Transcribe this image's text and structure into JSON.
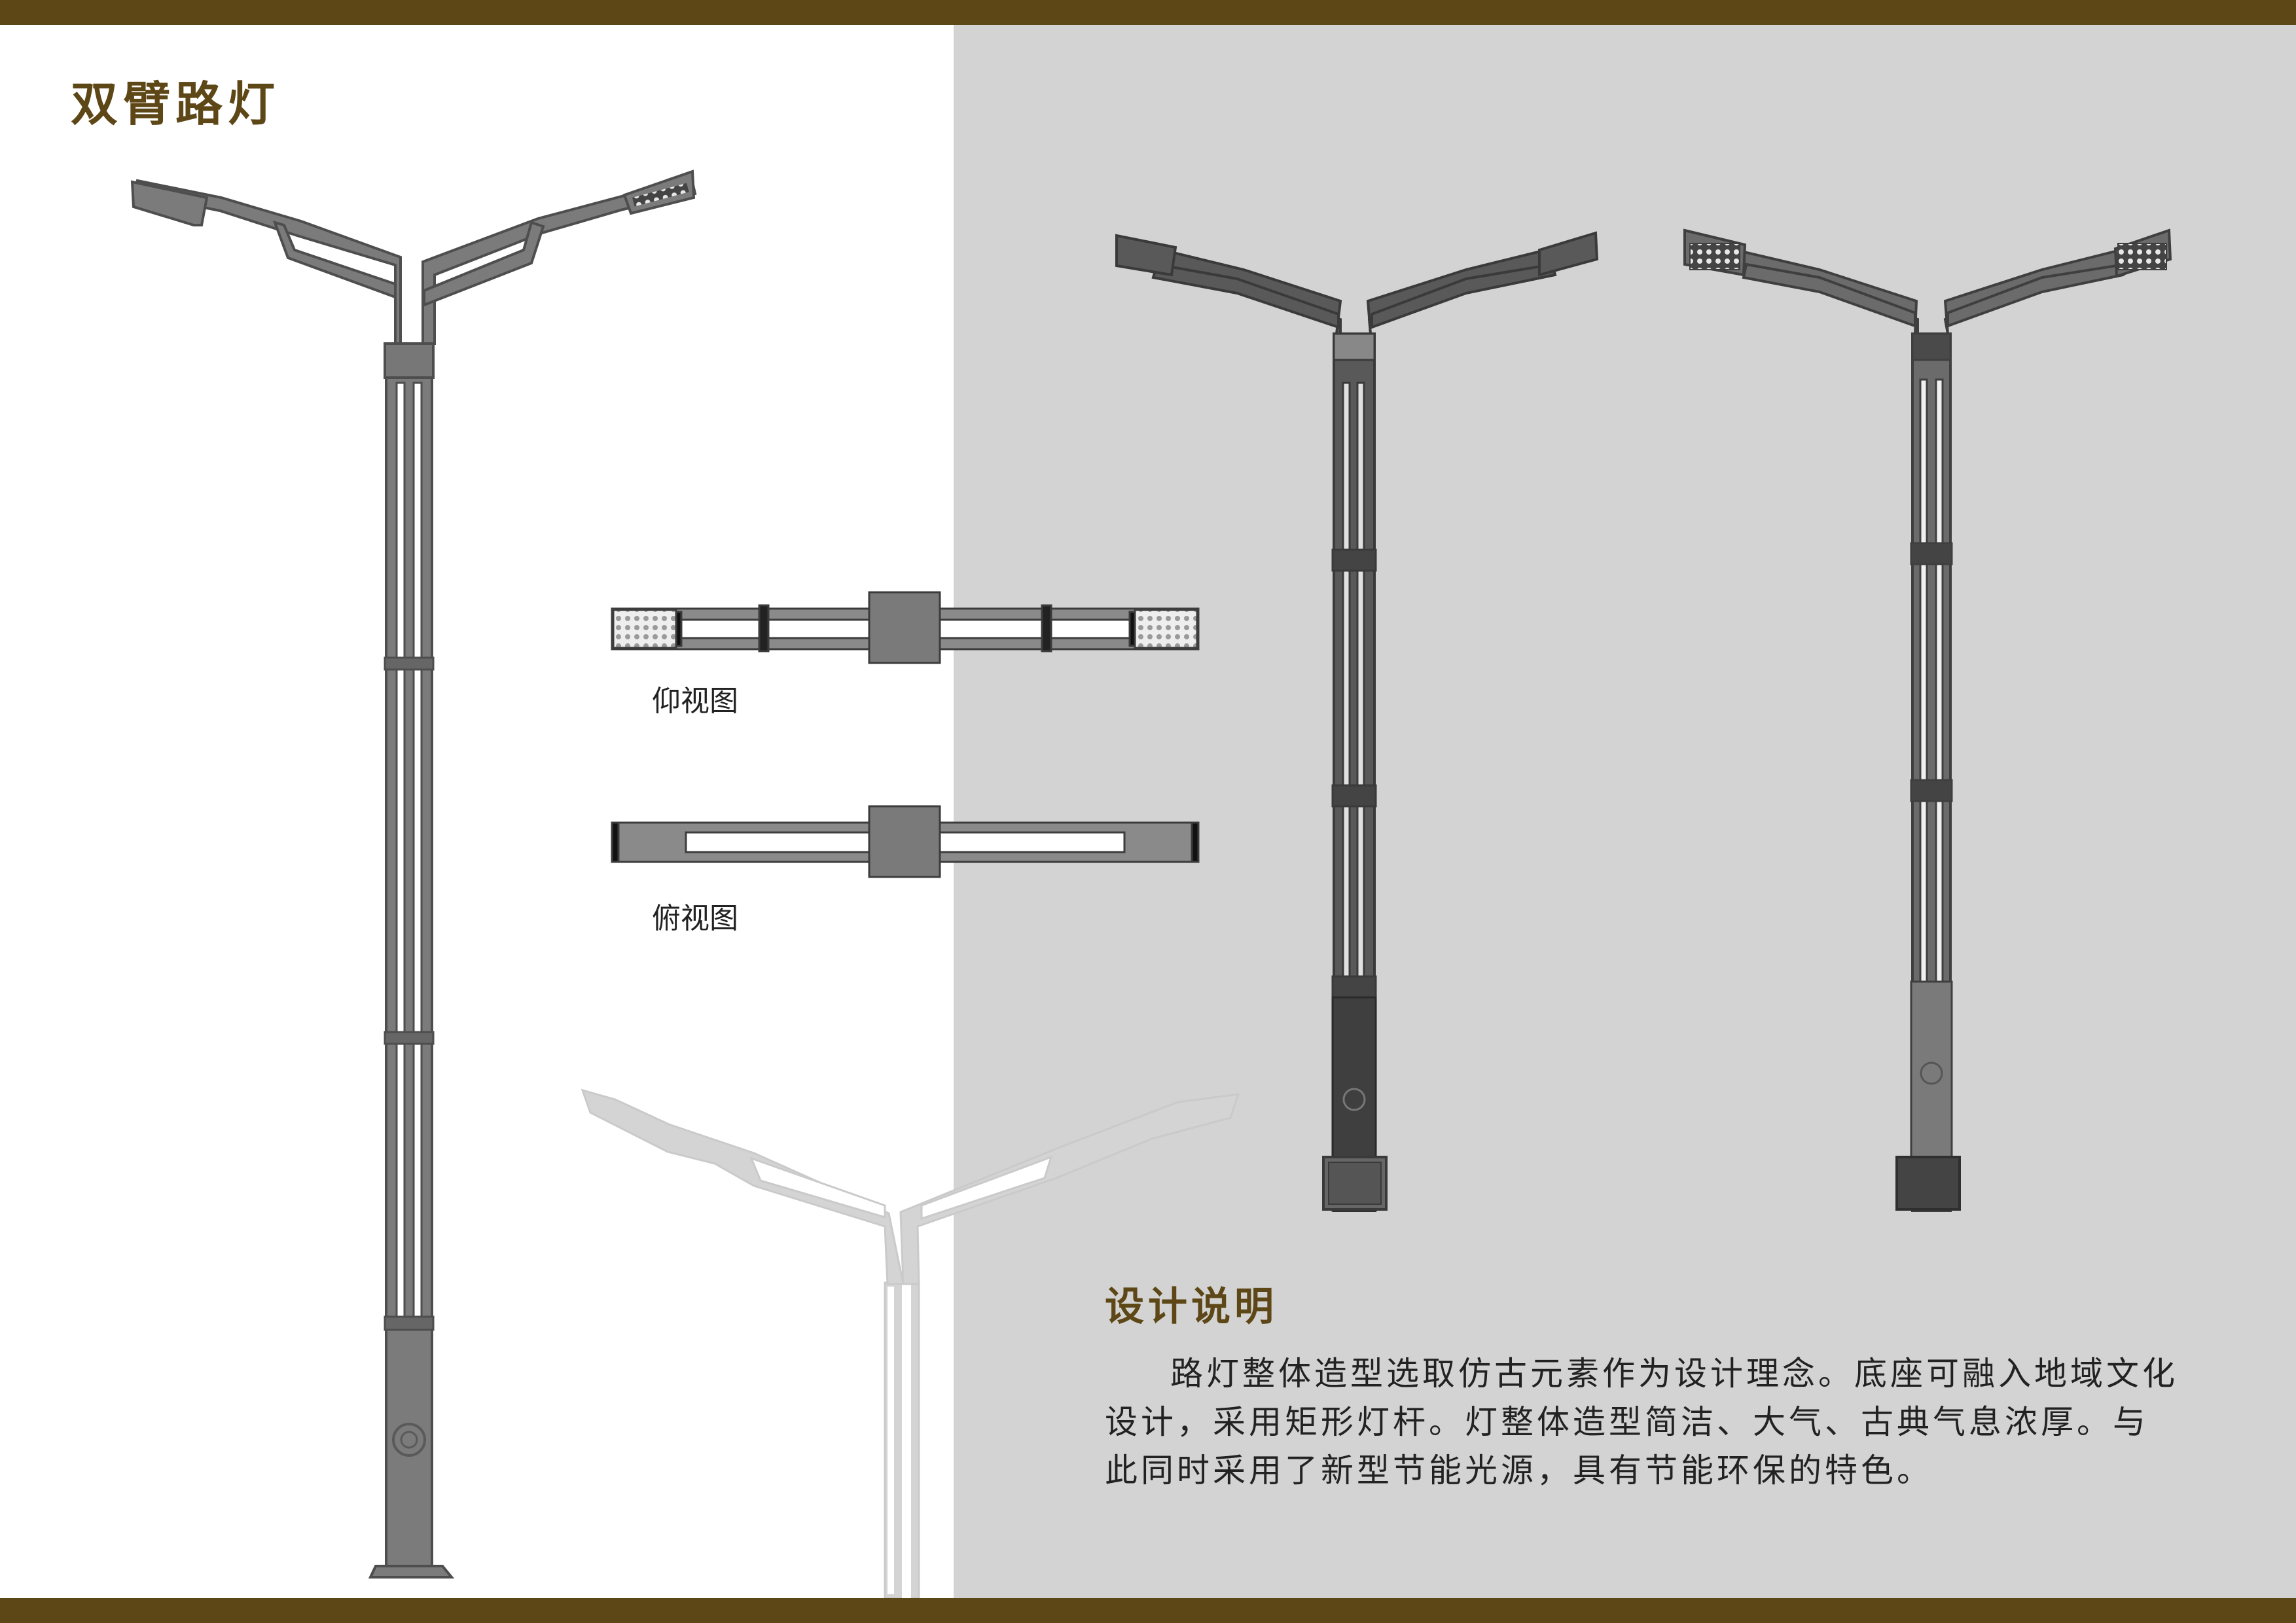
{
  "colors": {
    "band": "#5e4716",
    "accent": "#5e4716",
    "panel": "#d3d3d3",
    "pole_main": "#7b7b7b",
    "pole_dark": "#4d4d4d",
    "pole_ghost": "#d2d2d2"
  },
  "header": {
    "title": "双臂路灯"
  },
  "views": {
    "bottom_view_label": "仰视图",
    "top_view_label": "俯视图"
  },
  "description": {
    "heading": "设计说明",
    "body": "路灯整体造型选取仿古元素作为设计理念。底座可融入地域文化设计，采用矩形灯杆。灯整体造型简洁、大气、古典气息浓厚。与此同时采用了新型节能光源，具有节能环保的特色。"
  }
}
